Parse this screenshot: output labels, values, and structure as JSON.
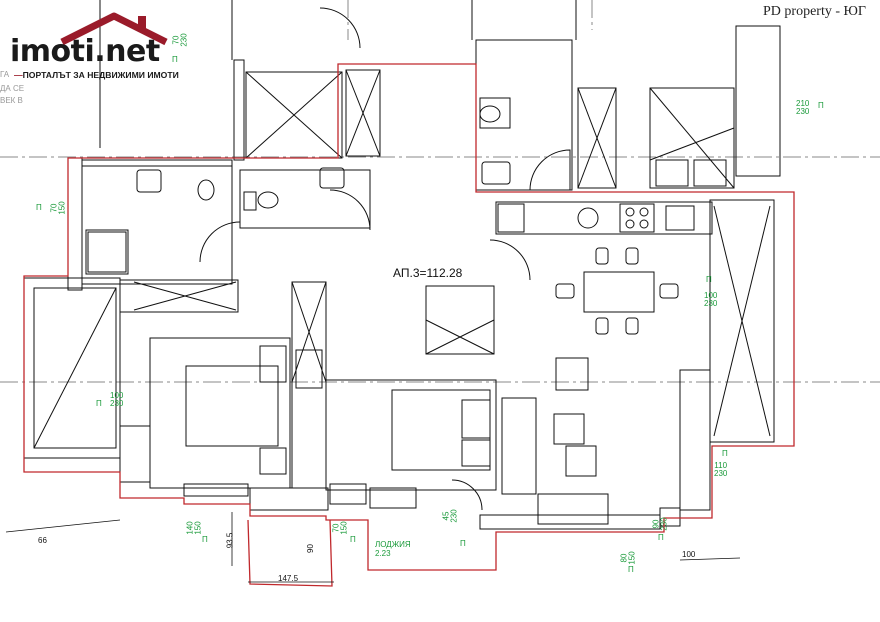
{
  "logo": {
    "brand": "imoti",
    "tld": ".net",
    "tagline_dash": "—",
    "tagline": "ПОРТАЛЪТ ЗА НЕДВИЖИМИ ИМОТИ",
    "roof_icon": "house-roof-icon"
  },
  "watermark": "PD property - ЮГ",
  "apartment_label": "АП.3=112.28",
  "loggia": {
    "line1": "ЛОДЖИЯ",
    "line2": "2.23"
  },
  "faded_notes": [
    "ГА",
    "ДА СЕ",
    "ВЕК В"
  ],
  "dimensions": {
    "d66": "66",
    "d93_5": "93.5",
    "d90": "90",
    "d147_5": "147.5",
    "d100": "100"
  },
  "windows": {
    "w_top_left": {
      "top": "70",
      "bottom": "230",
      "mark": "П"
    },
    "w_left_upper": {
      "top": "70",
      "bottom": "150",
      "mark": "П"
    },
    "w_left_lower": {
      "top": "100",
      "bottom": "230",
      "mark": "П"
    },
    "w_top_right": {
      "top": "210",
      "bottom": "230",
      "mark": "П"
    },
    "w_right_mid": {
      "top": "100",
      "bottom": "230",
      "mark": "П"
    },
    "w_right_lower": {
      "top": "110",
      "bottom": "230",
      "mark": "П"
    },
    "w_bottom_1": {
      "top": "140",
      "bottom": "150",
      "mark": "П"
    },
    "w_bottom_2": {
      "top": "70",
      "bottom": "150",
      "mark": "П"
    },
    "w_bottom_3": {
      "top": "45",
      "bottom": "230",
      "mark": "П"
    },
    "w_bottom_4": {
      "top": "80",
      "bottom": "150",
      "mark": "П"
    },
    "w_bottom_5": {
      "top": "90",
      "bottom": "230",
      "mark": "П"
    }
  },
  "colors": {
    "outline": "#c0282c",
    "walls": "#111111",
    "window_text": "#1a9a3a",
    "axis": "#8a8a8a"
  }
}
